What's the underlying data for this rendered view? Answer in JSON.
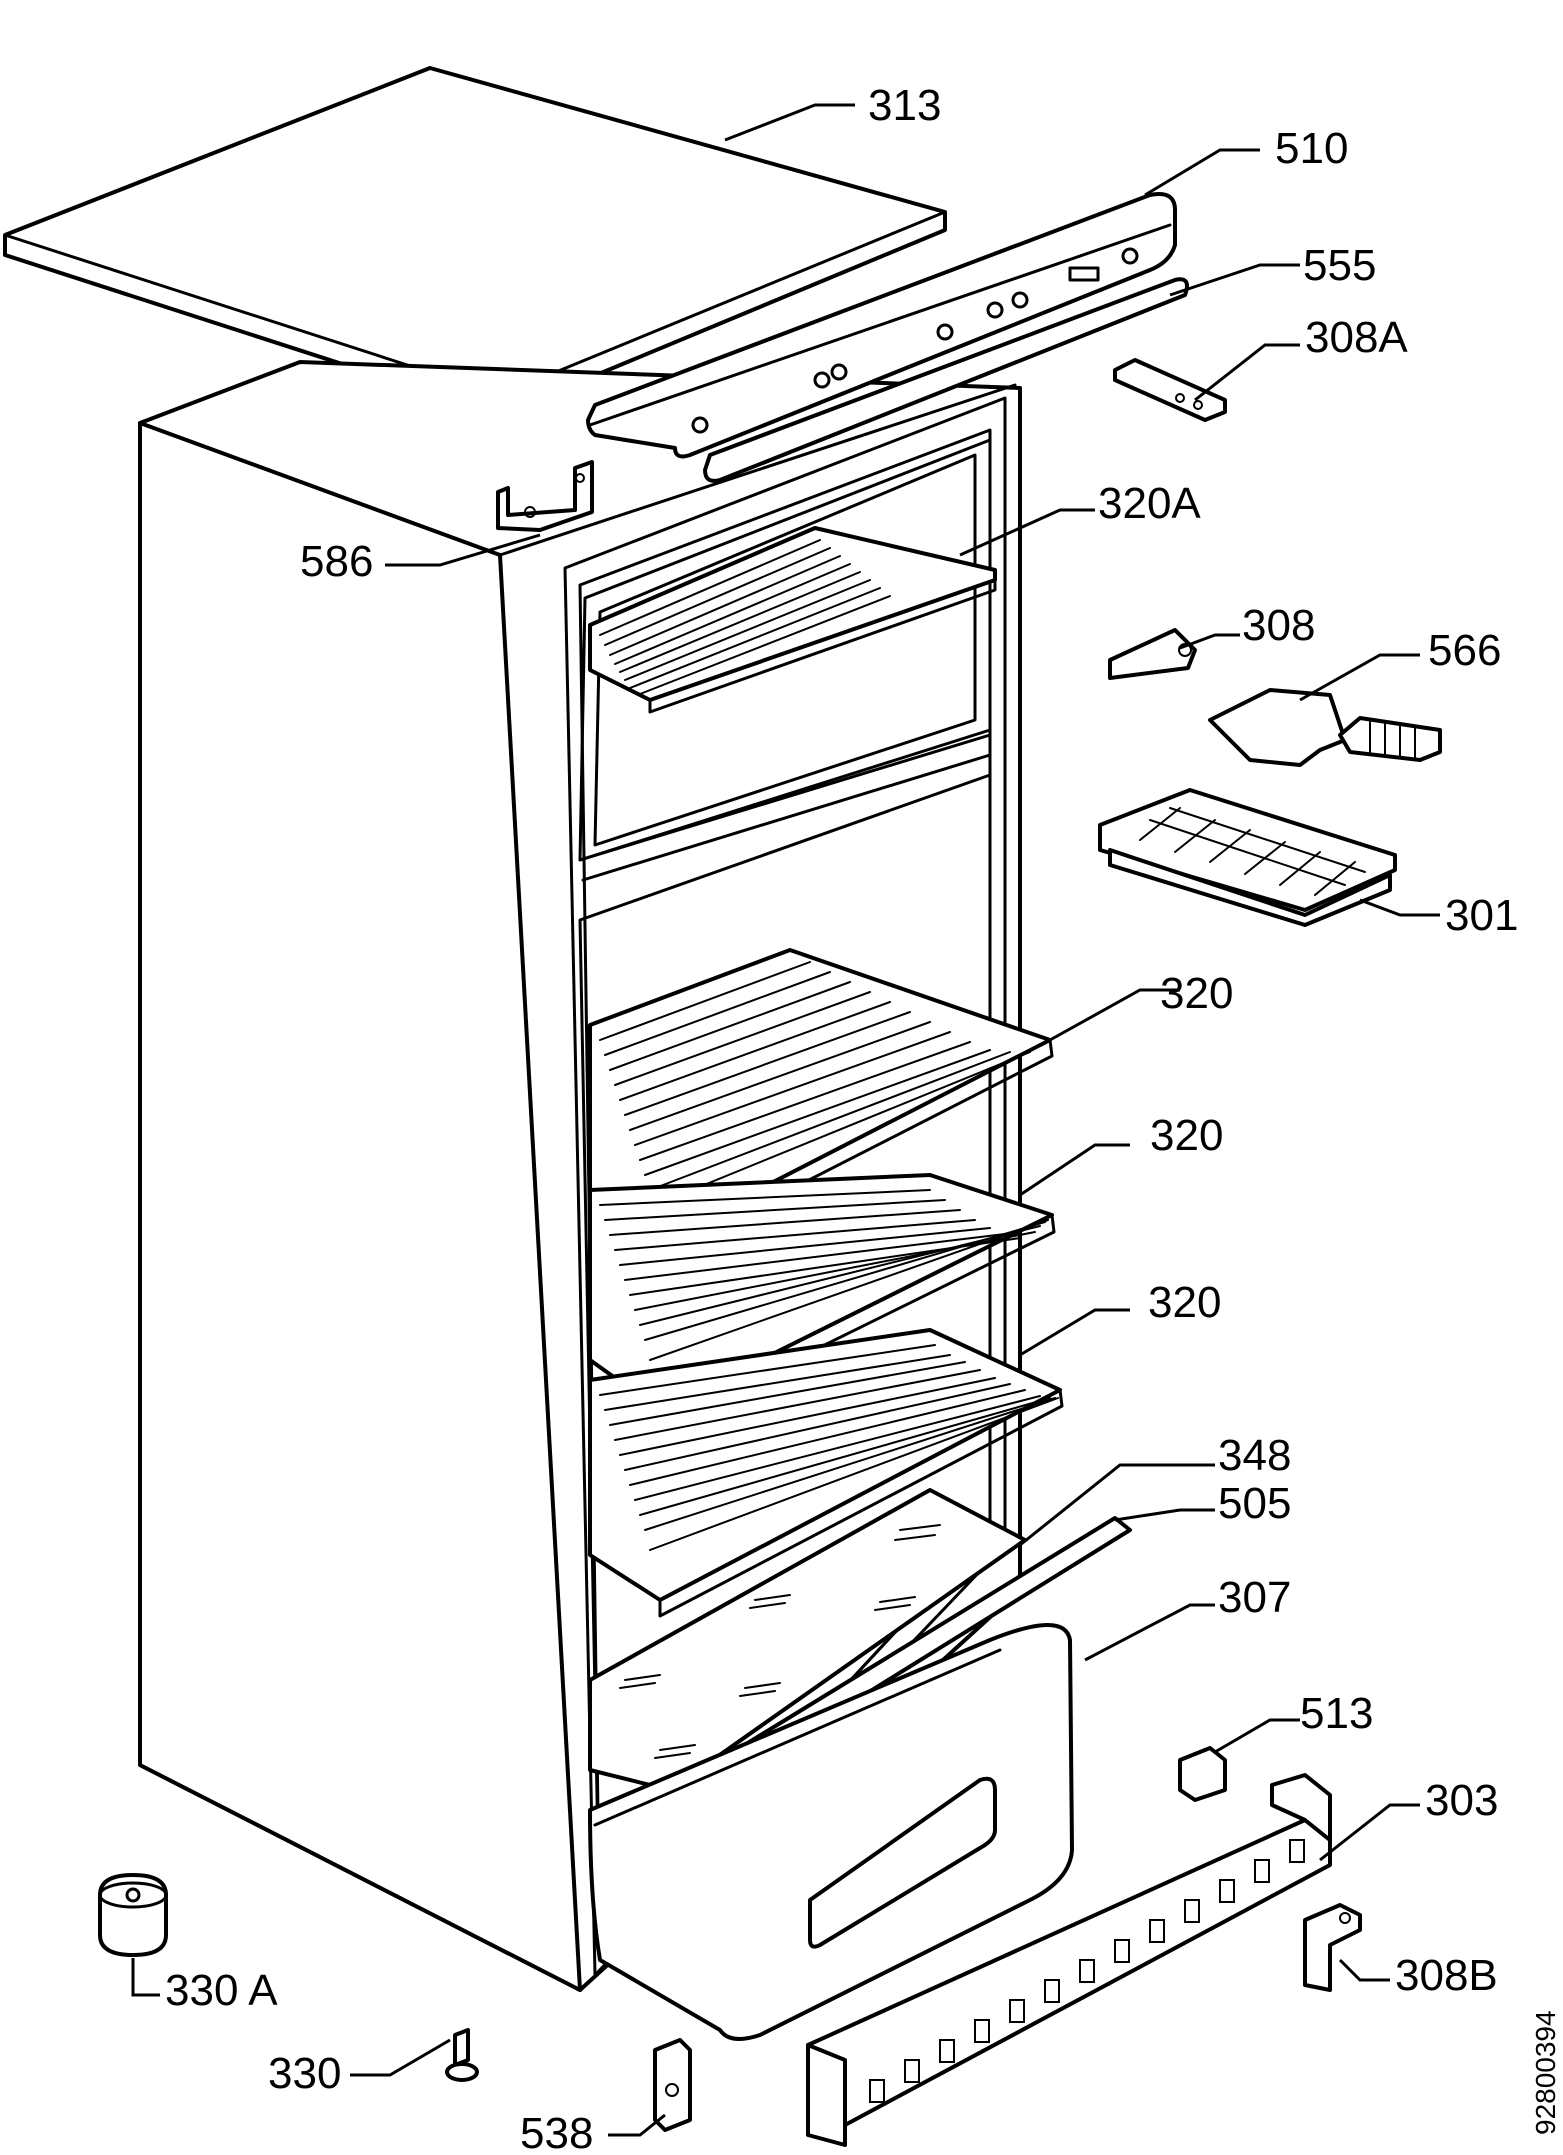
{
  "labels": {
    "p313": "313",
    "p510": "510",
    "p555": "555",
    "p308a": "308A",
    "p586": "586",
    "p320a": "320A",
    "p308": "308",
    "p566": "566",
    "p301": "301",
    "p320_1": "320",
    "p320_2": "320",
    "p320_3": "320",
    "p348": "348",
    "p505": "505",
    "p307": "307",
    "p513": "513",
    "p303": "303",
    "p308b": "308B",
    "p330a": "330 A",
    "p330": "330",
    "p538": "538"
  },
  "figure_code": "92800394"
}
